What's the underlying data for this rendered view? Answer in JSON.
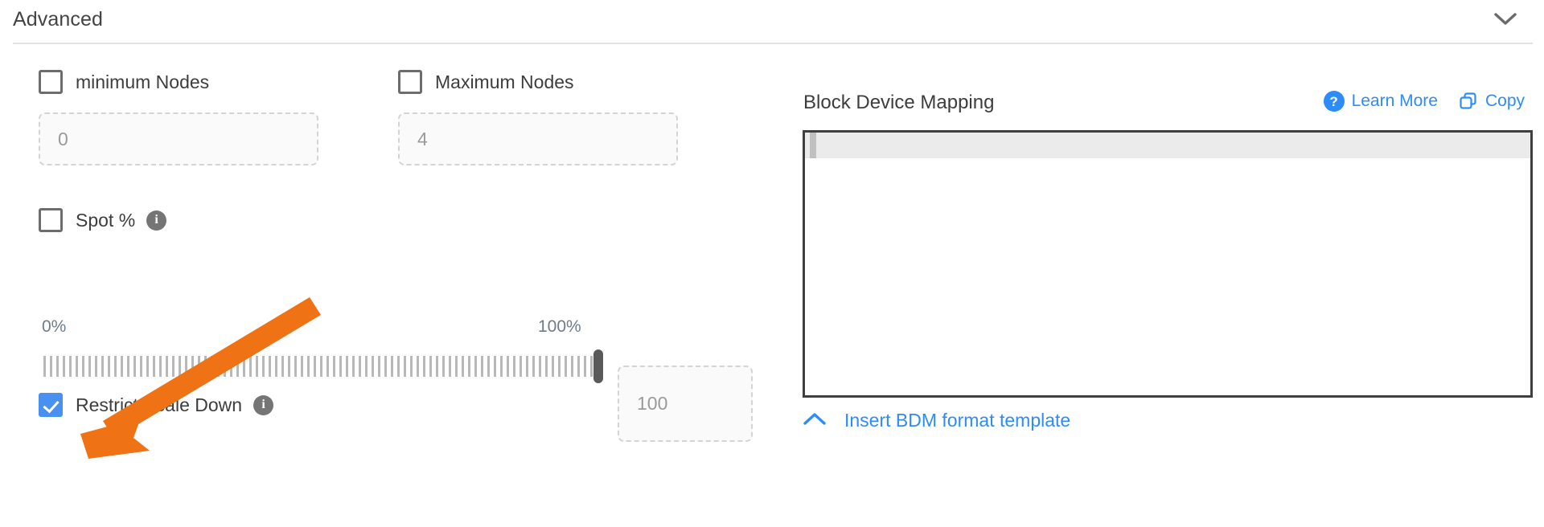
{
  "section": {
    "title": "Advanced",
    "collapse_icon": "chevron-down-icon"
  },
  "left": {
    "min_nodes": {
      "checkbox_label": "minimum Nodes",
      "checked": false,
      "field_value": "0"
    },
    "max_nodes": {
      "checkbox_label": "Maximum Nodes",
      "checked": false,
      "field_value": "4"
    },
    "spot": {
      "checkbox_label": "Spot %",
      "checked": false,
      "info_icon": "info-icon",
      "info_glyph": "i"
    },
    "slider": {
      "min_label": "0%",
      "max_label": "100%",
      "value": "100",
      "thumb_position_percent": 100
    },
    "restrict_scale_down": {
      "checkbox_label": "Restrict Scale Down",
      "checked": true,
      "info_icon": "info-icon",
      "info_glyph": "i"
    }
  },
  "right": {
    "title": "Block Device Mapping",
    "learn_more": {
      "label": "Learn More",
      "icon": "question-mark-circle-icon",
      "glyph": "?"
    },
    "copy": {
      "label": "Copy",
      "icon": "copy-icon"
    },
    "editor": {
      "value": "",
      "active_line_highlighted": true
    },
    "insert_template": {
      "label": "Insert BDM format template",
      "icon": "chevron-up-icon"
    }
  },
  "annotation": {
    "arrow_color": "#ef7215",
    "points_to": "restrict-scale-down-checkbox"
  },
  "colors": {
    "link_blue": "#2d8cf8",
    "checkbox_blue": "#4a90f0",
    "annotation_orange": "#ef7215",
    "text_gray": "#3d3d3d",
    "muted_gray": "#9a9a9a",
    "slider_label": "#6e7b8c"
  }
}
